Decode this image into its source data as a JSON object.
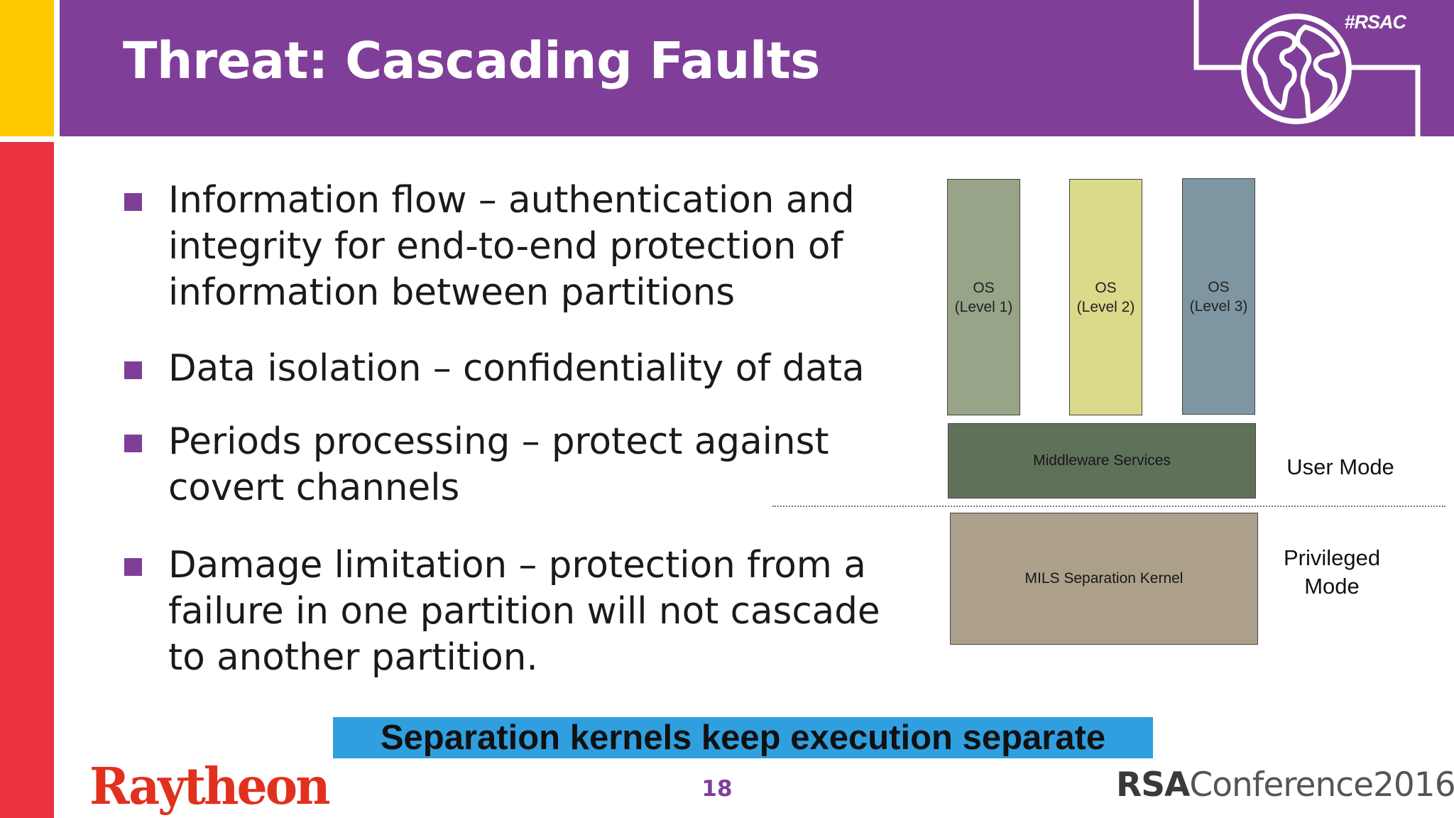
{
  "slide": {
    "title": "Threat: Cascading Faults",
    "hashtag": "#RSAC",
    "bullets": [
      "Information flow – authentication and integrity for end-to-end protection of information between partitions",
      "Data isolation – confidentiality of data",
      "Periods processing – protect against covert channels",
      "Damage limitation – protection from a failure in one partition will not cascade to another partition."
    ],
    "banner": "Separation kernels keep execution separate",
    "page_number": "18",
    "logo_left": "Raytheon",
    "logo_right_bold": "RSA",
    "logo_right_rest": "Conference2016"
  },
  "diagram": {
    "os_boxes": [
      {
        "line1": "OS",
        "line2": "(Level 1)"
      },
      {
        "line1": "OS",
        "line2": "(Level 2)"
      },
      {
        "line1": "OS",
        "line2": "(Level 3)"
      }
    ],
    "middleware": "Middleware Services",
    "kernel": "MILS Separation Kernel",
    "user_mode": "User Mode",
    "privileged_mode_line1": "Privileged",
    "privileged_mode_line2": "Mode"
  },
  "colors": {
    "purple": "#7f3f98",
    "yellow": "#ffc900",
    "red": "#e9313f",
    "banner_blue": "#2f9fdf",
    "os1": "#97a487",
    "os2": "#dbd98a",
    "os3": "#7d96a1",
    "middleware": "#60715a",
    "kernel": "#ada08a",
    "raytheon_red": "#e2301f"
  },
  "icons": {
    "corner": "globe-icon"
  }
}
